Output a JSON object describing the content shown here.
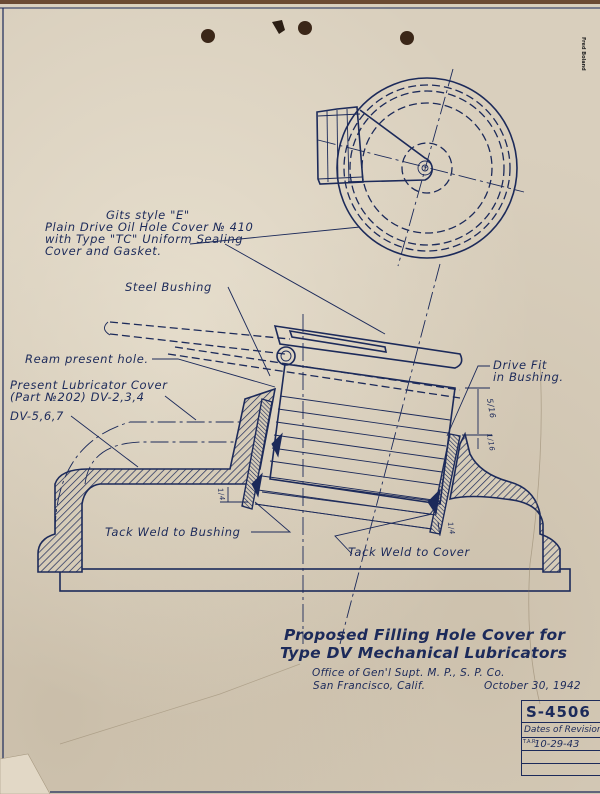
{
  "document": {
    "type": "engineering-blueprint",
    "ink_color": "#1c2a5a",
    "paper_color": "#d9cfbd",
    "credit": "Fred Boland"
  },
  "callouts": {
    "gits_cover": {
      "line1": "Gits style \"E\"",
      "line2": "Plain Drive Oil Hole Cover № 410",
      "line3": "with Type \"TC\" Uniform Sealing",
      "line4": "Cover and Gasket."
    },
    "steel_bushing": "Steel Bushing",
    "ream_hole": "Ream present hole.",
    "present_cover": {
      "line1": "Present Lubricator Cover",
      "line2": "(Part №202) DV-2,3,4"
    },
    "dv_567": "DV-5,6,7",
    "drive_fit": {
      "line1": "Drive Fit",
      "line2": "in Bushing."
    },
    "tack_weld_bushing": "Tack Weld to Bushing",
    "tack_weld_cover": "Tack Weld to Cover"
  },
  "dimensions": {
    "bushing_height": "5/16",
    "flange_gap": "1/16",
    "weld_left": "1/4",
    "weld_right": "1/4"
  },
  "title_block": {
    "title_line1": "Proposed Filling Hole Cover for",
    "title_line2": "Type DV Mechanical Lubricators",
    "office": "Office of Gen'l Supt. M. P.,    S. P. Co.",
    "location": "San Francisco, Calif.",
    "date": "October 30, 1942"
  },
  "revision_block": {
    "drawing_number": "S-4506",
    "header": "Dates of Revision",
    "revisions": [
      {
        "initials": "T.A.R.",
        "date": "10-29-43"
      }
    ]
  }
}
